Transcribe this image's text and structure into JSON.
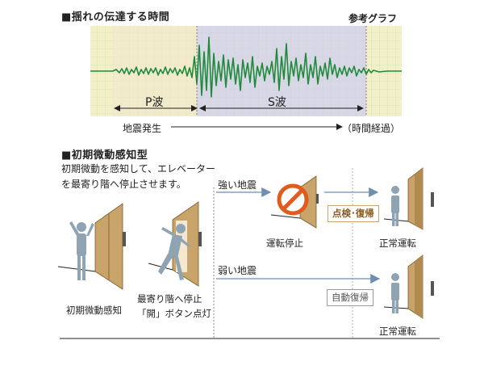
{
  "section1": {
    "title": "■揺れの伝達する時間",
    "ref_label": "参考グラフ",
    "p_wave_label": "P波",
    "s_wave_label": "S波",
    "occurrence_label": "地震発生",
    "time_label": "（時間経過）"
  },
  "section2": {
    "title": "■初期微動感知型",
    "desc_line1": "初期微動を感知して、エレベーター",
    "desc_line2": "を最寄り階へ停止させます。",
    "strong_quake_label": "強い地震",
    "weak_quake_label": "弱い地震",
    "initial_detect_caption": "初期微動感知",
    "stop_caption_line1": "最寄り階へ停止",
    "stop_caption_line2": "「開」ボタン点灯",
    "halt_caption": "運転停止",
    "normal_caption_top": "正常運転",
    "normal_caption_bottom": "正常運転",
    "inspect_badge": "点検･復帰",
    "auto_badge": "自動復帰"
  },
  "colors": {
    "grid_bg": "#f2f0c8",
    "grid_line": "#c9d6a0",
    "highlight": "#d4d2ec",
    "wave": "#1f8a3a",
    "arrow_blue": "#6f8fb0",
    "door_tan": "#c9a46a",
    "person": "#8ea4b3",
    "prohibit": "#e25a1c"
  }
}
